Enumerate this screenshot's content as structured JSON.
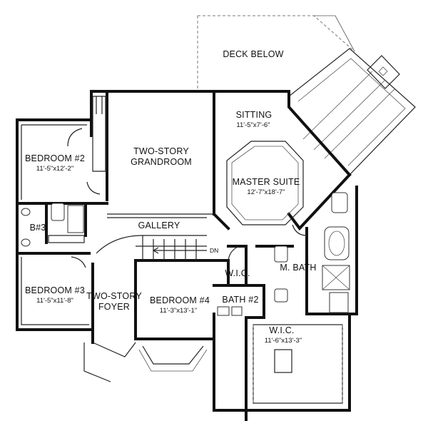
{
  "rooms": {
    "deck": {
      "name": "DECK BELOW"
    },
    "sitting": {
      "name": "SITTING",
      "dims": "11'-5\"x7'-6\""
    },
    "grandroom": {
      "name_line1": "TWO-STORY",
      "name_line2": "GRANDROOM"
    },
    "master_suite": {
      "name": "MASTER SUITE",
      "dims": "12'-7\"x18'-7\""
    },
    "bedroom2": {
      "name": "BEDROOM #2",
      "dims": "11'-5\"x12'-2\""
    },
    "b3": {
      "name": "B#3"
    },
    "gallery": {
      "name": "GALLERY"
    },
    "bedroom3": {
      "name": "BEDROOM #3",
      "dims": "11'-5\"x11'-8\""
    },
    "foyer": {
      "name_line1": "TWO-STORY",
      "name_line2": "FOYER"
    },
    "bedroom4": {
      "name": "BEDROOM #4",
      "dims": "11'-3\"x13'-1\""
    },
    "wic_small": {
      "name": "W.I.C."
    },
    "master_bath": {
      "name": "M. BATH"
    },
    "bath2": {
      "name": "BATH #2"
    },
    "wic_large": {
      "name": "W.I.C.",
      "dims": "11'-6\"x13'-3\""
    }
  },
  "stair": {
    "label": "DN"
  }
}
